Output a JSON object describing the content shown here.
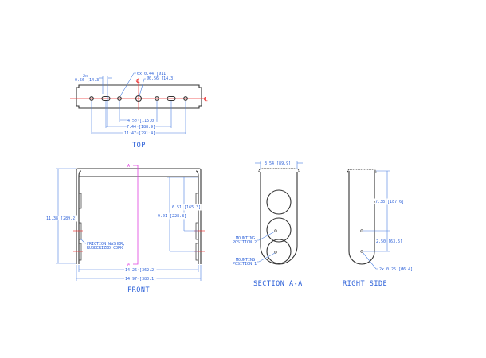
{
  "top_view": {
    "title": "TOP",
    "slot_note_qty": "2x",
    "slot_note_dim": "0.56 [14.3]",
    "hole_note": "6x 0.44 [Ø11]",
    "center_hole_note": "Ø0.56 [14.3]",
    "centerline_symbol": "℄",
    "dim_inner": "4.53 [115.0]",
    "dim_slots": "7.44 [188.9]",
    "dim_outer": "11.47 [291.4]"
  },
  "front_view": {
    "title": "FRONT",
    "section_marker": "A",
    "dim_height": "11.38 [289.2]",
    "dim_upper_pos": "6.51 [165.3]",
    "dim_lower_pos": "9.01 [228.8]",
    "dim_inner_width": "14.26 [362.2]",
    "dim_outer_width": "14.97 [380.1]",
    "note_line1": "FRICTION WASHER,",
    "note_line2": "RUBBERIZED CORK"
  },
  "section_view": {
    "title": "SECTION A-A",
    "dim_width": "3.54 [89.9]",
    "pos2_line1": "MOUNTING",
    "pos2_line2": "POSITION 2",
    "pos1_line1": "MOUNTING",
    "pos1_line2": "POSITION 1"
  },
  "right_view": {
    "title": "RIGHT SIDE",
    "dim_upper": "7.38 [187.6]",
    "dim_spacing": "2.50 [63.5]",
    "hole_note": "2x 0.25 [Ø6.4]"
  },
  "colors": {
    "outline": "#333333",
    "dimension": "#2a5fd8",
    "centerline": "#ee3333",
    "section_line": "#e040e0"
  }
}
